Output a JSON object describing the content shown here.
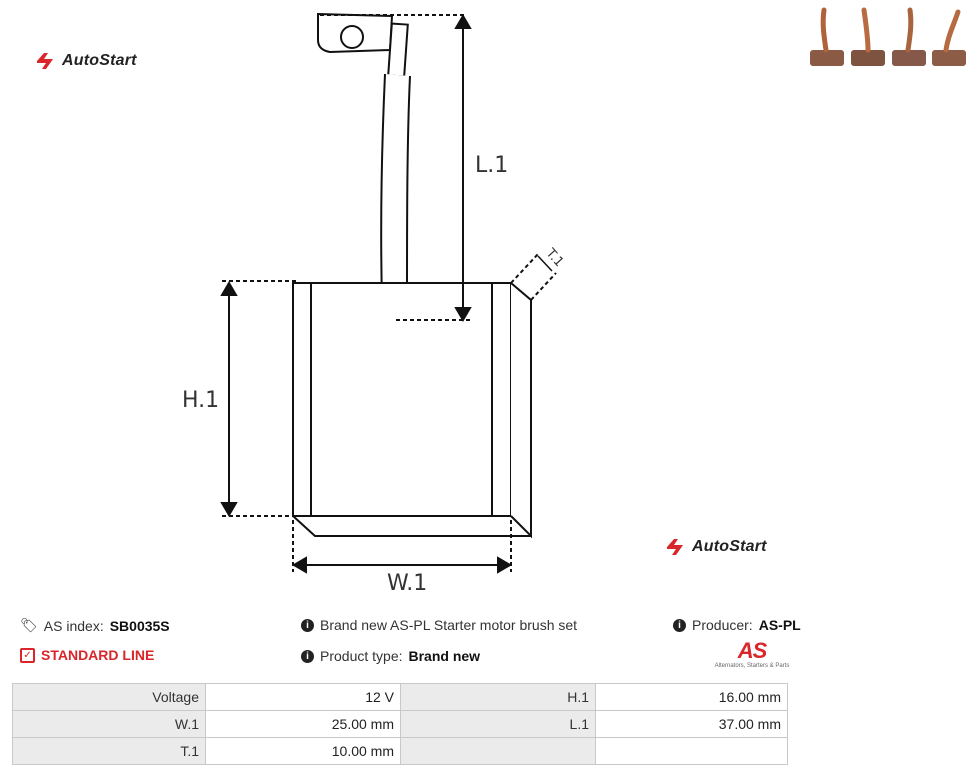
{
  "brand": {
    "name": "AutoStart",
    "accent": "#d9262b"
  },
  "diagram": {
    "labels": {
      "length": "L.1",
      "height": "H.1",
      "width": "W.1",
      "thickness": "T.1"
    }
  },
  "info": {
    "index_label": "AS index:",
    "index_value": "SB0035S",
    "description": "Brand new AS-PL Starter motor brush set",
    "producer_label": "Producer:",
    "producer_value": "AS-PL",
    "line": "STANDARD LINE",
    "type_label": "Product type:",
    "type_value": "Brand new"
  },
  "producer_logo": {
    "mark": "AS",
    "tagline": "Alternators, Starters & Parts",
    "color": "#d9262b"
  },
  "specs": {
    "rows": [
      {
        "l1": "Voltage",
        "v1": "12 V",
        "l2": "H.1",
        "v2": "16.00 mm"
      },
      {
        "l1": "W.1",
        "v1": "25.00  mm",
        "l2": "L.1",
        "v2": "37.00 mm"
      },
      {
        "l1": "T.1",
        "v1": "10.00  mm",
        "l2": "",
        "v2": ""
      }
    ]
  },
  "icons": [
    "tags-icon",
    "info-icon",
    "check-square-icon",
    "autostart-logo-icon",
    "copper-brush-icon"
  ]
}
